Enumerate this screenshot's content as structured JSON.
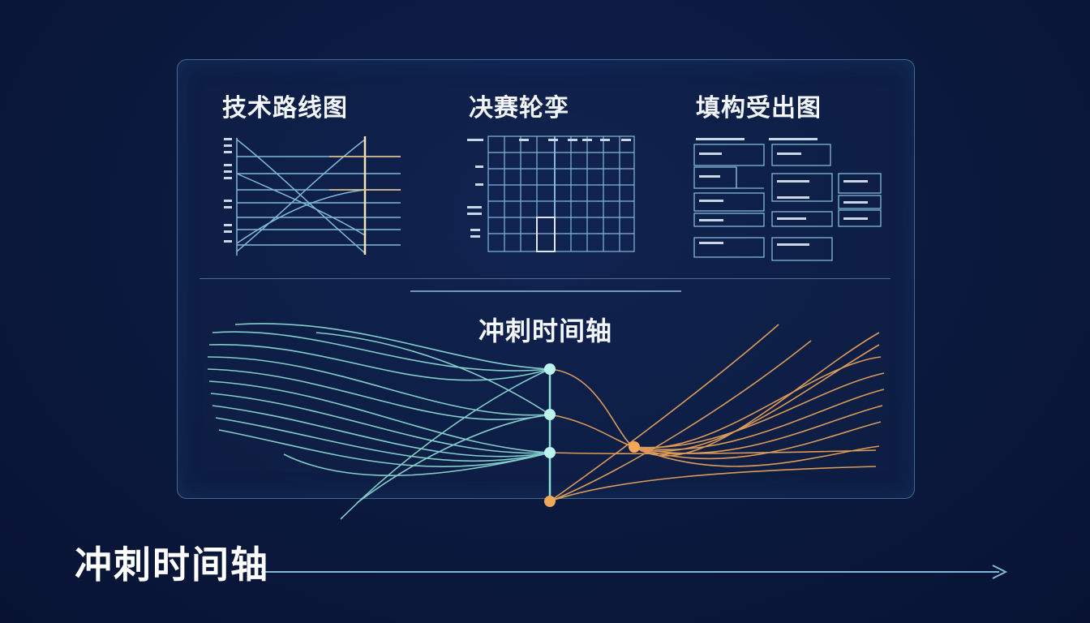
{
  "sections": {
    "roadmap_title": "技术路线图",
    "matrix_title": "决赛轮孪",
    "structure_title": "填构受出图"
  },
  "timeline": {
    "panel_title": "冲刺时间轴",
    "footer_title": "冲刺时间轴"
  },
  "colors": {
    "background": "#0b1a40",
    "cyan": "#8fe0d8",
    "orange": "#f2a85a",
    "line_light": "#7fb8d8"
  }
}
